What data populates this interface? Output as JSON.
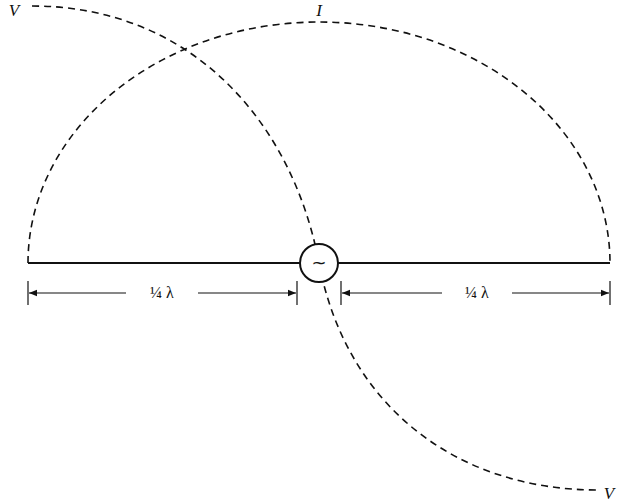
{
  "diagram": {
    "nodes": [
      {
        "text": [
          "~"
        ]
      }
    ],
    "labels": [
      "V",
      "I",
      "¼ λ",
      "¼ λ",
      "V"
    ]
  }
}
